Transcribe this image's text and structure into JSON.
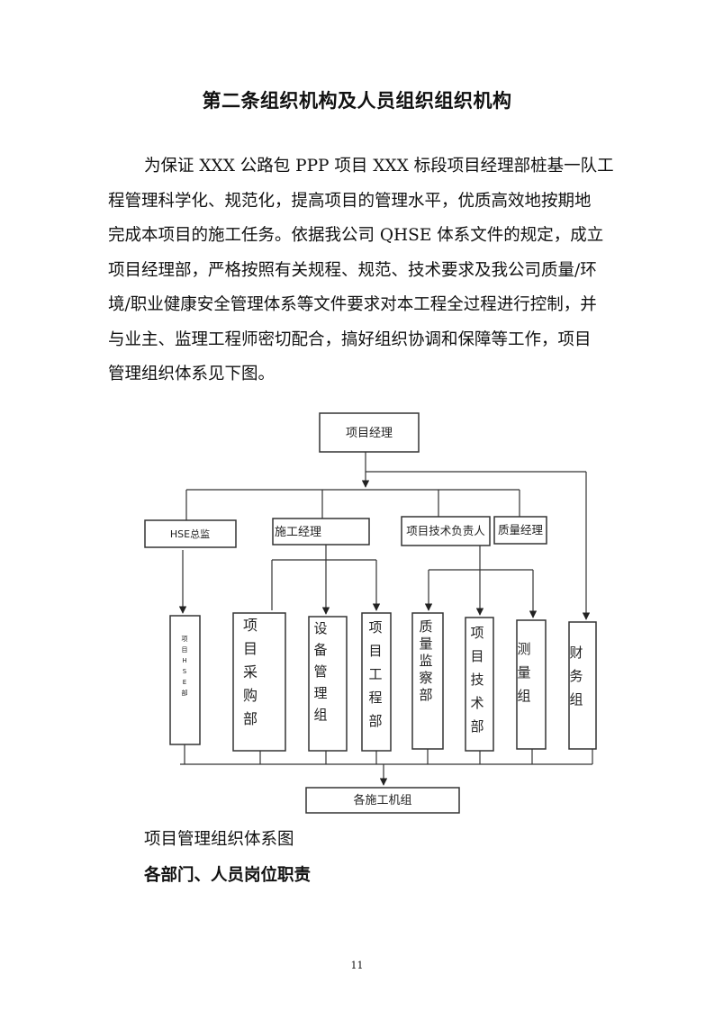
{
  "document": {
    "title": "第二条组织机构及人员组织组织机构",
    "paragraph_lines": [
      "为保证 XXX 公路包 PPP 项目 XXX 标段项目经理部桩基一队工",
      "程管理科学化、规范化，提高项目的管理水平，优质高效地按期地",
      "完成本项目的施工任务。依据我公司 QHSE 体系文件的规定，成立",
      "项目经理部，严格按照有关规程、规范、技术要求及我公司质量/环",
      "境/职业健康安全管理体系等文件要求对本工程全过程进行控制，并",
      "与业主、监理工程师密切配合，搞好组织协调和保障等工作，项目",
      "管理组织体系见下图。"
    ],
    "caption": "项目管理组织体系图",
    "subheading": "各部门、人员岗位职责",
    "page_number": "11"
  },
  "org_chart": {
    "root": "项目经理",
    "level2": {
      "hse": "HSE总监",
      "construction": "施工经理",
      "technical": "项目技术负责人",
      "quality": "质量经理"
    },
    "departments": {
      "hse_dept": "项目HSE部",
      "procurement": "项目采购部",
      "equipment": "设备管理组",
      "engineering": "项目工程部",
      "quality_supervision": "质量监察部",
      "technical": "项目技术部",
      "survey": "测量组",
      "finance": "财务组"
    },
    "bottom": "各施工机组"
  }
}
